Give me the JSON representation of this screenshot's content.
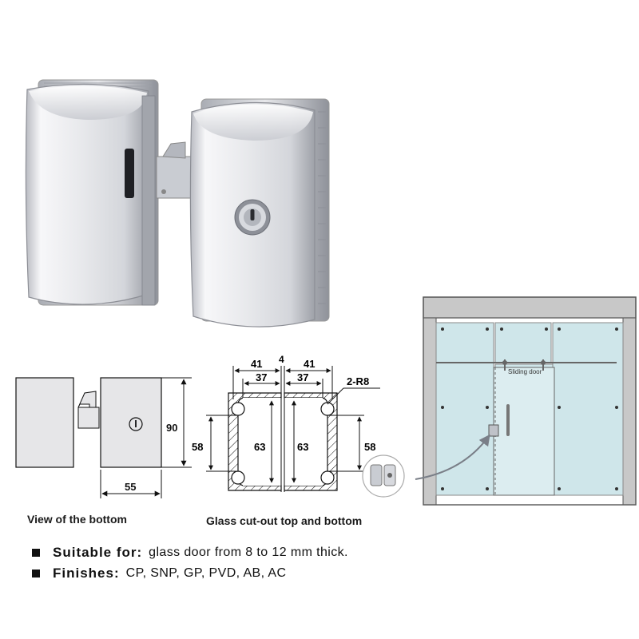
{
  "bottom_view": {
    "caption": "View of the bottom",
    "dim_width": "55",
    "dim_height": "90"
  },
  "cutout": {
    "caption": "Glass cut-out top and bottom",
    "dim_left_outer": "41",
    "dim_left_inner": "37",
    "dim_gap": "4",
    "dim_right_outer": "41",
    "dim_right_inner": "37",
    "radius": "2-R8",
    "dim_left_height": "58",
    "dim_left_center": "63",
    "dim_right_center": "63",
    "dim_right_height": "58"
  },
  "door_diagram": {
    "sliding_label": "Sliding door"
  },
  "specs": [
    {
      "key": "Suitable for:",
      "value": "glass door from 8 to 12 mm thick."
    },
    {
      "key": "Finishes:",
      "value": "CP, SNP, GP, PVD, AB, AC"
    }
  ],
  "colors": {
    "chrome_light": "#f4f4f6",
    "chrome_dark": "#8d8f96",
    "glass": "#cfe6ea",
    "ceiling": "#c8c8c8",
    "drawing_fill": "#e6e6e8",
    "arrow": "#7a7f88"
  }
}
